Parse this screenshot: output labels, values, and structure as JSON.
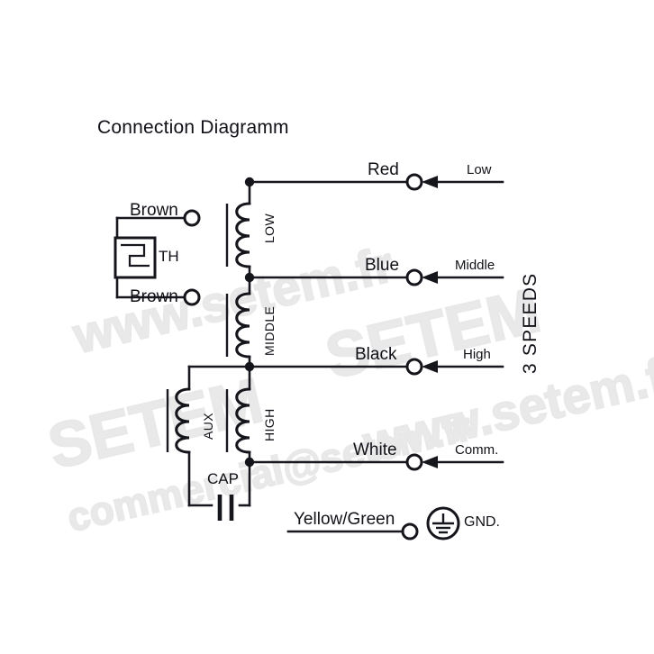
{
  "diagram": {
    "title": "Connection Diagramm",
    "speeds_label": "3 SPEEDS",
    "thermal": {
      "label": "TH",
      "terminal_top": "Brown",
      "terminal_bottom": "Brown"
    },
    "capacitor": {
      "label": "CAP"
    },
    "windings": [
      {
        "name": "low-winding",
        "label": "LOW"
      },
      {
        "name": "middle-winding",
        "label": "MIDDLE"
      },
      {
        "name": "aux-winding",
        "label": "AUX"
      },
      {
        "name": "high-winding",
        "label": "HIGH"
      }
    ],
    "connections": [
      {
        "wire_color": "Red",
        "mode": "Low"
      },
      {
        "wire_color": "Blue",
        "mode": "Middle"
      },
      {
        "wire_color": "Black",
        "mode": "High"
      },
      {
        "wire_color": "White",
        "mode": "Comm."
      }
    ],
    "ground": {
      "wire_color": "Yellow/Green",
      "label": "GND."
    }
  },
  "watermarks": {
    "domain": "www.setem.fr",
    "brand": "SETEM",
    "email": "commercial@setem.fr"
  },
  "colors": {
    "ink": "#15151c",
    "background": "#ffffff",
    "watermark": "#e8e8e8"
  }
}
